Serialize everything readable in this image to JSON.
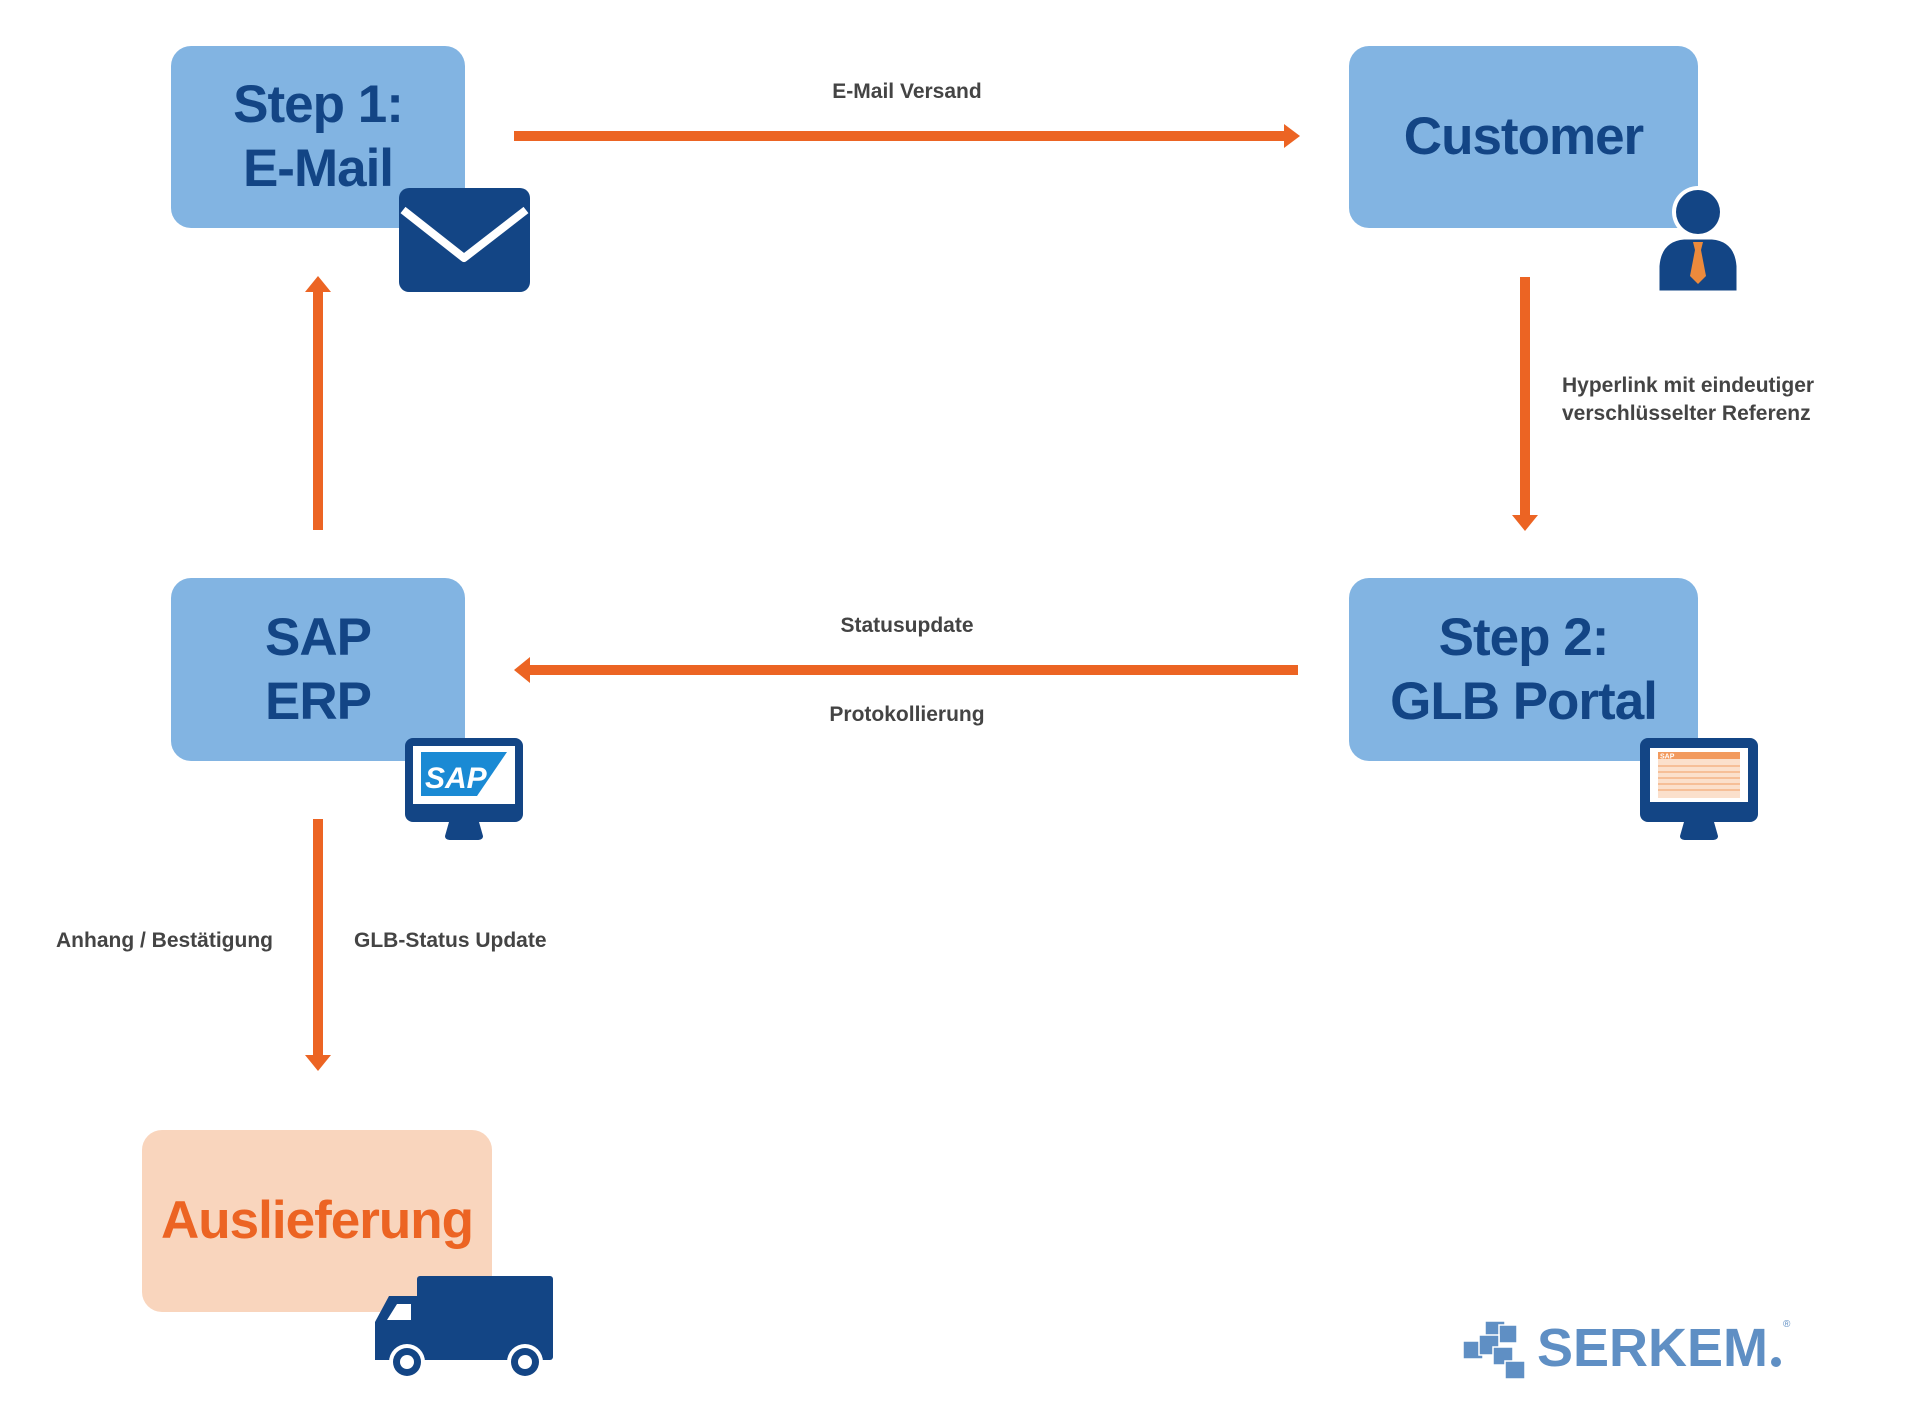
{
  "nodes": {
    "step1": {
      "line1": "Step 1:",
      "line2": "E-Mail",
      "icon": "envelope-icon"
    },
    "customer": {
      "line1": "Customer",
      "icon": "person-icon"
    },
    "sap": {
      "line1": "SAP",
      "line2": "ERP",
      "icon": "sap-monitor-icon",
      "icon_text": "SAP"
    },
    "step2": {
      "line1": "Step 2:",
      "line2": "GLB Portal",
      "icon": "portal-monitor-icon",
      "icon_text": "SAP"
    },
    "delivery": {
      "line1": "Auslieferung",
      "icon": "truck-icon"
    }
  },
  "edges": {
    "email": "E-Mail Versand",
    "hyperlink_line1": "Hyperlink mit eindeutiger",
    "hyperlink_line2": "verschlüsselter Referenz",
    "status_above": "Statusupdate",
    "status_below": "Protokollierung",
    "delivery_left": "Anhang / Bestätigung",
    "delivery_right": "GLB-Status Update"
  },
  "logo": {
    "text": "SERKEM",
    "mark": "®"
  },
  "colors": {
    "box": "#82b4e2",
    "text": "#134585",
    "arrow": "#ec6423",
    "delivery_box": "#f9d5bd",
    "logo": "#5f8fc4"
  }
}
